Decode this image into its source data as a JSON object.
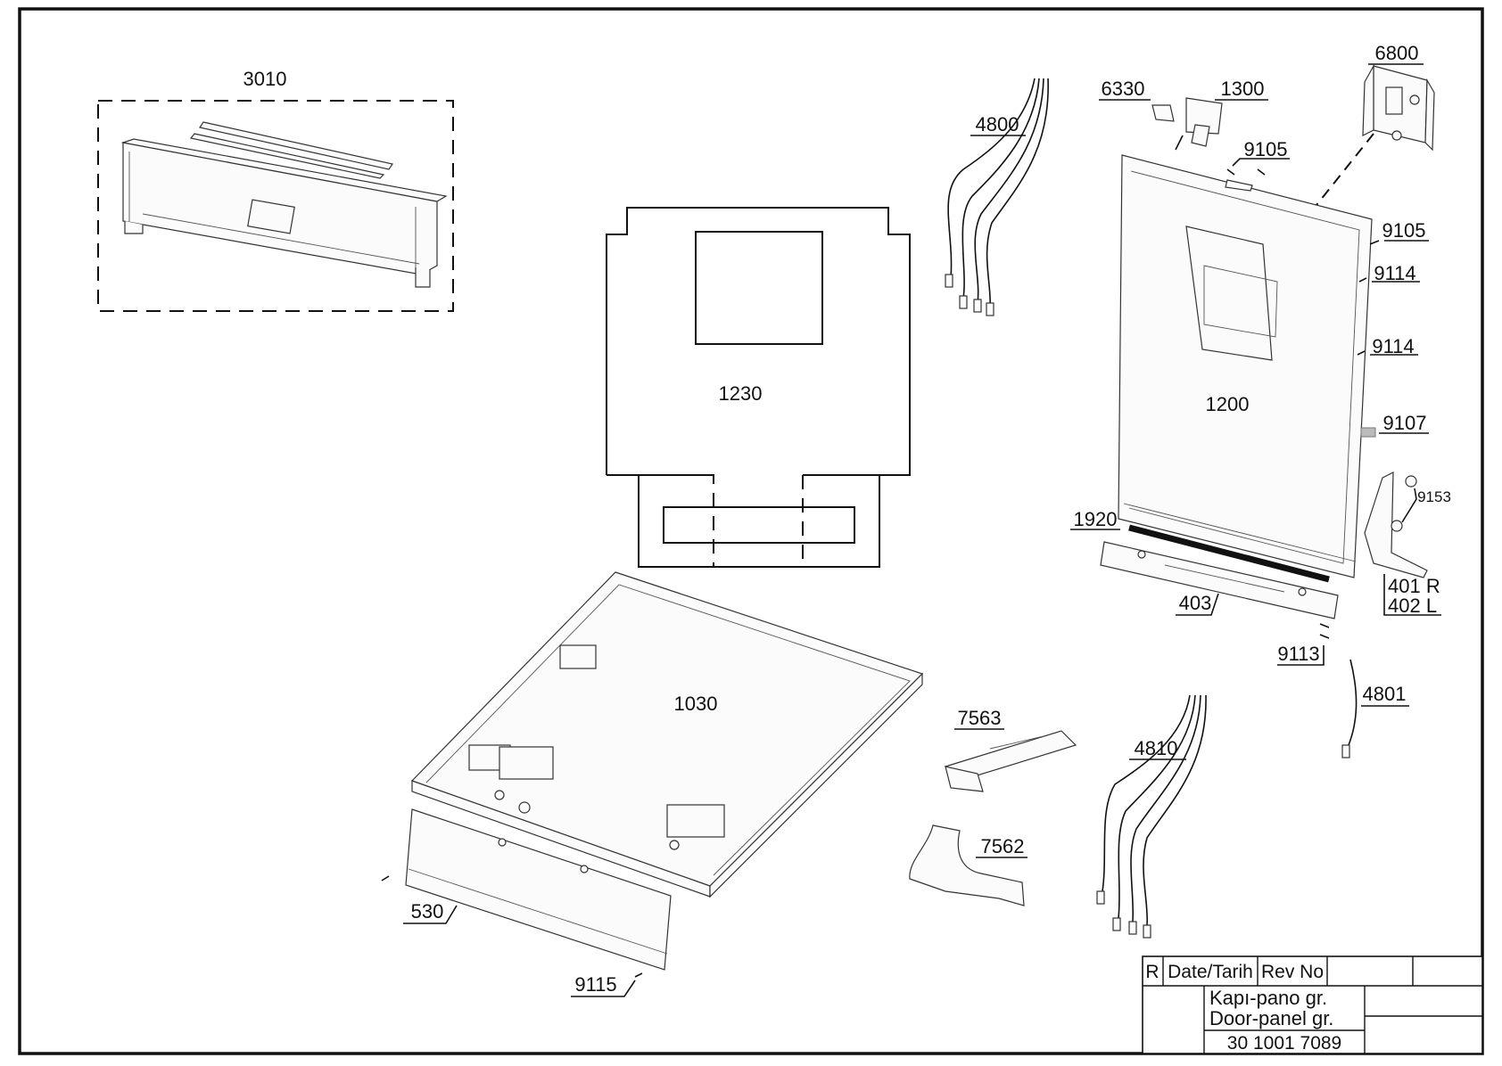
{
  "callouts": {
    "c3010": "3010",
    "c1230": "1230",
    "c1030": "1030",
    "c530": "530",
    "c9115": "9115",
    "c4800": "4800",
    "c6330": "6330",
    "c1300": "1300",
    "c6800": "6800",
    "c9105a": "9105",
    "c9105b": "9105",
    "c9114a": "9114",
    "c9114b": "9114",
    "c1200": "1200",
    "c9107": "9107",
    "c9153": "9153",
    "c1920": "1920",
    "c401": "401 R",
    "c402": "402 L",
    "c403": "403",
    "c9113": "9113",
    "c4801": "4801",
    "c7563": "7563",
    "c4810": "4810",
    "c7562": "7562"
  },
  "title_block": {
    "r": "R",
    "date": "Date/Tarih",
    "rev": "Rev No",
    "title_tr": "Kapı-pano gr.",
    "title_en": "Door-panel gr.",
    "doc_number": "30 1001 7089"
  }
}
